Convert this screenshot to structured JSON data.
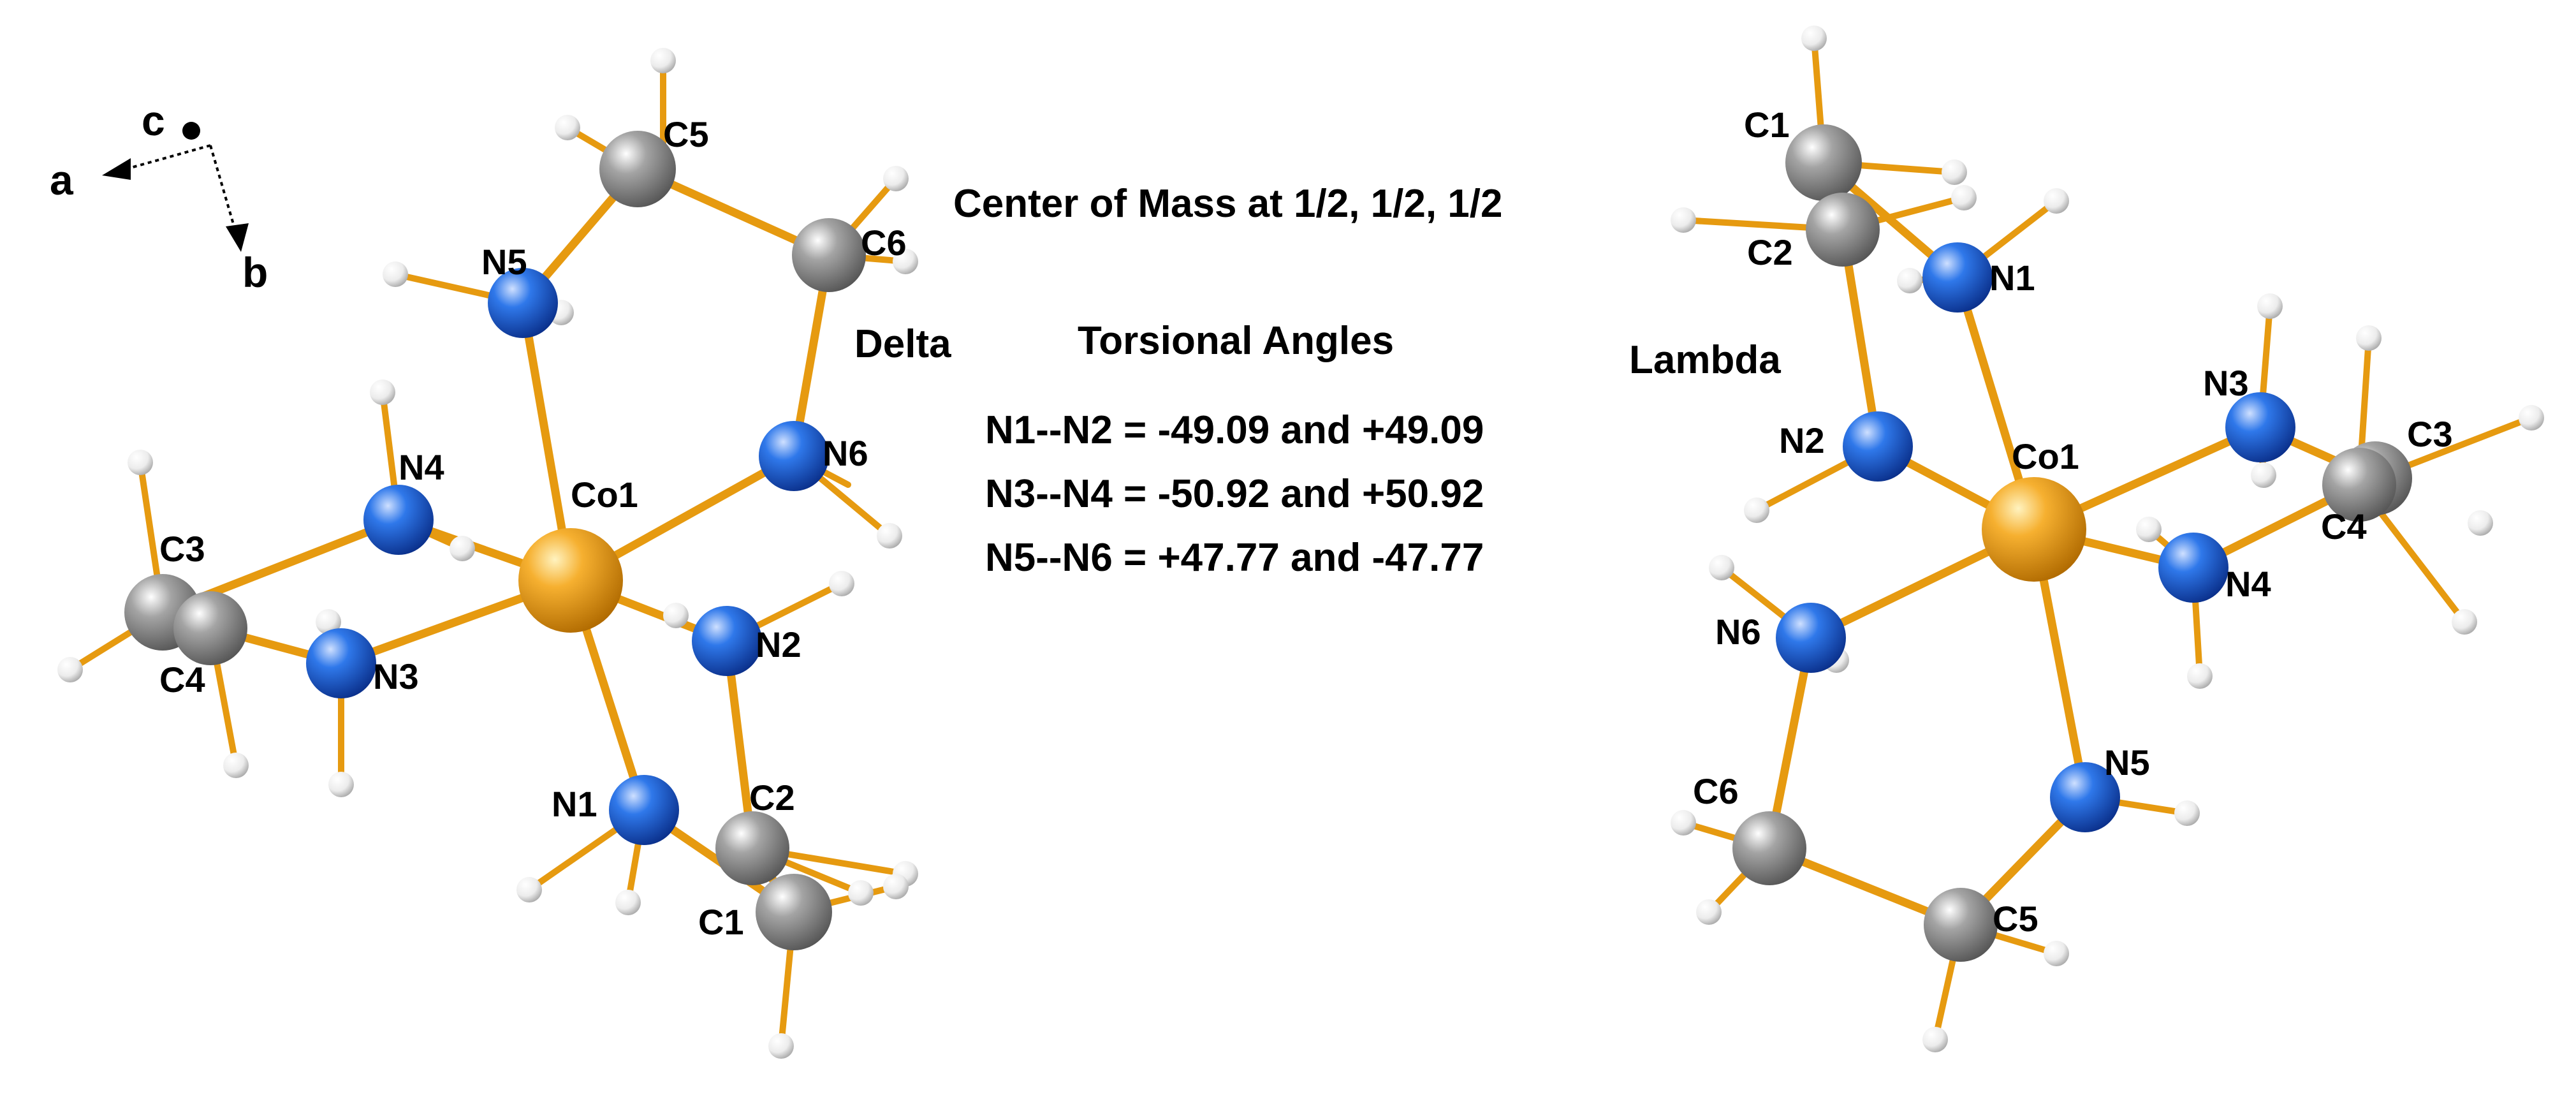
{
  "axes": {
    "a": "a",
    "b": "b",
    "c": "c"
  },
  "info": {
    "center": "Center of Mass at 1/2, 1/2, 1/2",
    "torsion_title": "Torsional Angles",
    "lines": [
      "N1--N2 = -49.09 and +49.09",
      "N3--N4 = -50.92 and +50.92",
      "N5--N6 = +47.77 and -47.77"
    ]
  },
  "delta": {
    "title": "Delta",
    "labels": {
      "Co1": "Co1",
      "N1": "N1",
      "N2": "N2",
      "N3": "N3",
      "N4": "N4",
      "N5": "N5",
      "N6": "N6",
      "C1": "C1",
      "C2": "C2",
      "C3": "C3",
      "C4": "C4",
      "C5": "C5",
      "C6": "C6"
    }
  },
  "lambda": {
    "title": "Lambda",
    "labels": {
      "Co1": "Co1",
      "N1": "N1",
      "N2": "N2",
      "N3": "N3",
      "N4": "N4",
      "N5": "N5",
      "N6": "N6",
      "C1": "C1",
      "C2": "C2",
      "C3": "C3",
      "C4": "C4",
      "C5": "C5",
      "C6": "C6"
    }
  },
  "colors": {
    "cobalt": "#f0a020",
    "nitrogen": "#2a6ee0",
    "carbon": "#8e8e8e",
    "hydrogen": "#f2f2f2",
    "bond": "#e69a10"
  }
}
